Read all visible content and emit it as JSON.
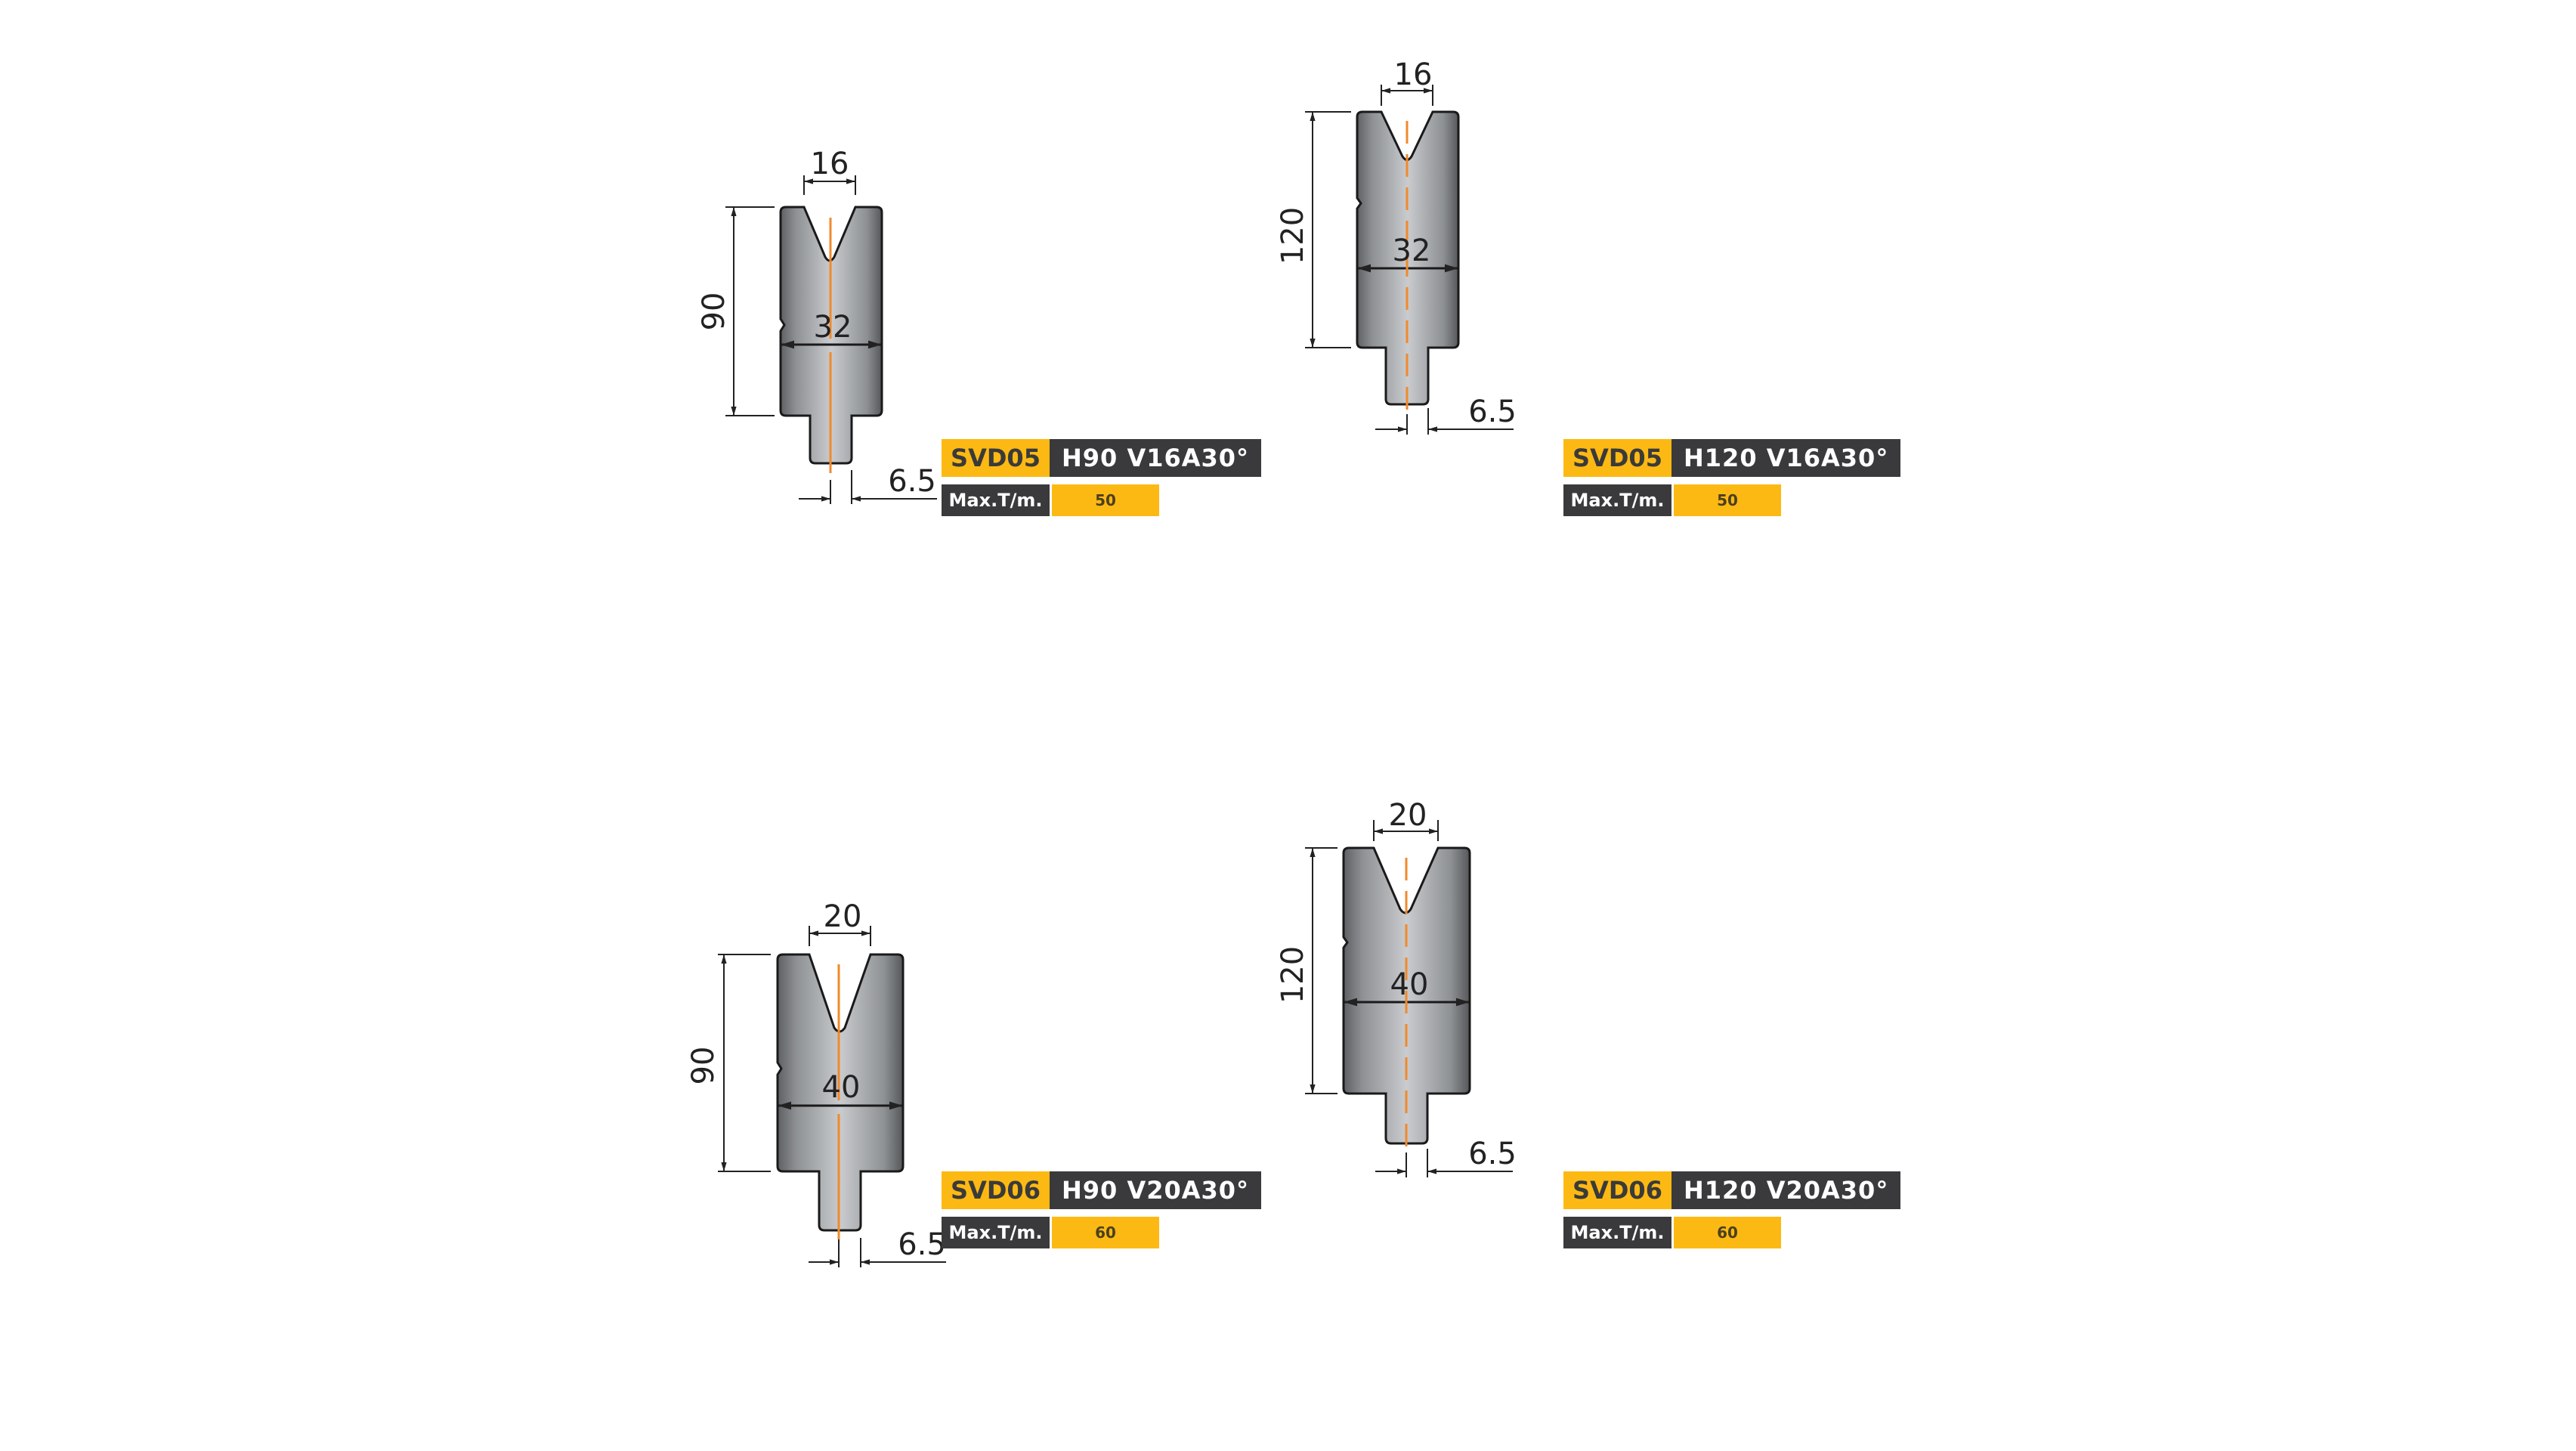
{
  "tools": [
    {
      "code": "SVD05",
      "spec": "H90 V16A30°",
      "max_label": "Max.T/m.",
      "max_value": "50",
      "dims": {
        "v_opening": "16",
        "height": "90",
        "width": "32",
        "tang": "6.5"
      }
    },
    {
      "code": "SVD05",
      "spec": "H120 V16A30°",
      "max_label": "Max.T/m.",
      "max_value": "50",
      "dims": {
        "v_opening": "16",
        "height": "120",
        "width": "32",
        "tang": "6.5"
      }
    },
    {
      "code": "SVD06",
      "spec": "H90 V20A30°",
      "max_label": "Max.T/m.",
      "max_value": "60",
      "dims": {
        "v_opening": "20",
        "height": "90",
        "width": "40",
        "tang": "6.5"
      }
    },
    {
      "code": "SVD06",
      "spec": "H120 V20A30°",
      "max_label": "Max.T/m.",
      "max_value": "60",
      "dims": {
        "v_opening": "20",
        "height": "120",
        "width": "40",
        "tang": "6.5"
      }
    }
  ],
  "colors": {
    "accent_yellow": "#fdb913",
    "label_dark": "#3a3a3c",
    "centerline_orange": "#f08a2c",
    "tool_steel": "#9a9da1"
  }
}
